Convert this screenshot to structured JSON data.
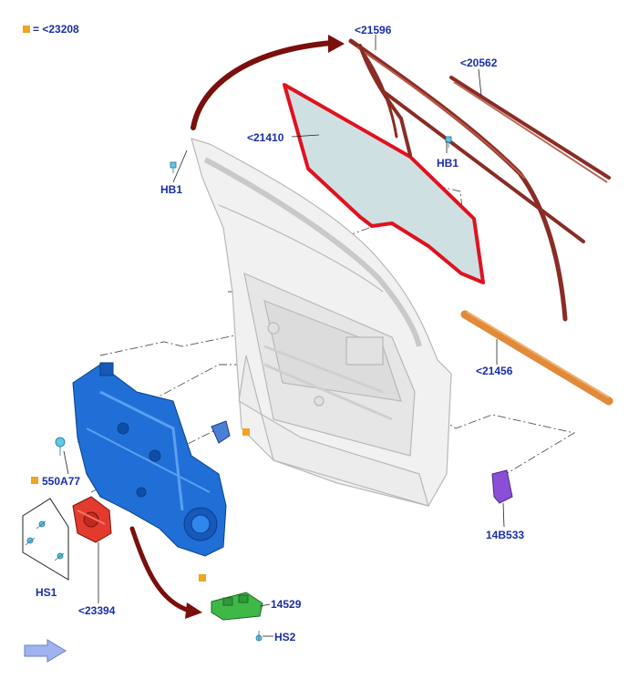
{
  "legend": {
    "marker_color": "#f2a423",
    "text": "= <23208"
  },
  "labels": {
    "p21596": "<21596",
    "p20562": "<20562",
    "p21410": "<21410",
    "hb1_left": "HB1",
    "hb1_right": "HB1",
    "p21456": "<21456",
    "p550a77": "550A77",
    "p14b533": "14B533",
    "hs1": "HS1",
    "p23394": "<23394",
    "p14529": "14529",
    "hs2": "HS2"
  },
  "colors": {
    "label_text": "#1a2ea8",
    "glass_outline": "#e0121f",
    "glass_fill": "#cfe0e3",
    "run_channel": "#8a2c25",
    "belt_molding": "#e08a3a",
    "regulator": "#1f6fd6",
    "motor": "#e23b2e",
    "module": "#3fb848",
    "bracket": "#8a4fd6",
    "arrow": "#7a0f0c",
    "nav_arrow": "#9fb4ee"
  },
  "icons": [
    "arrow-icon",
    "next-arrow-icon",
    "screw-icon",
    "clip-icon"
  ]
}
